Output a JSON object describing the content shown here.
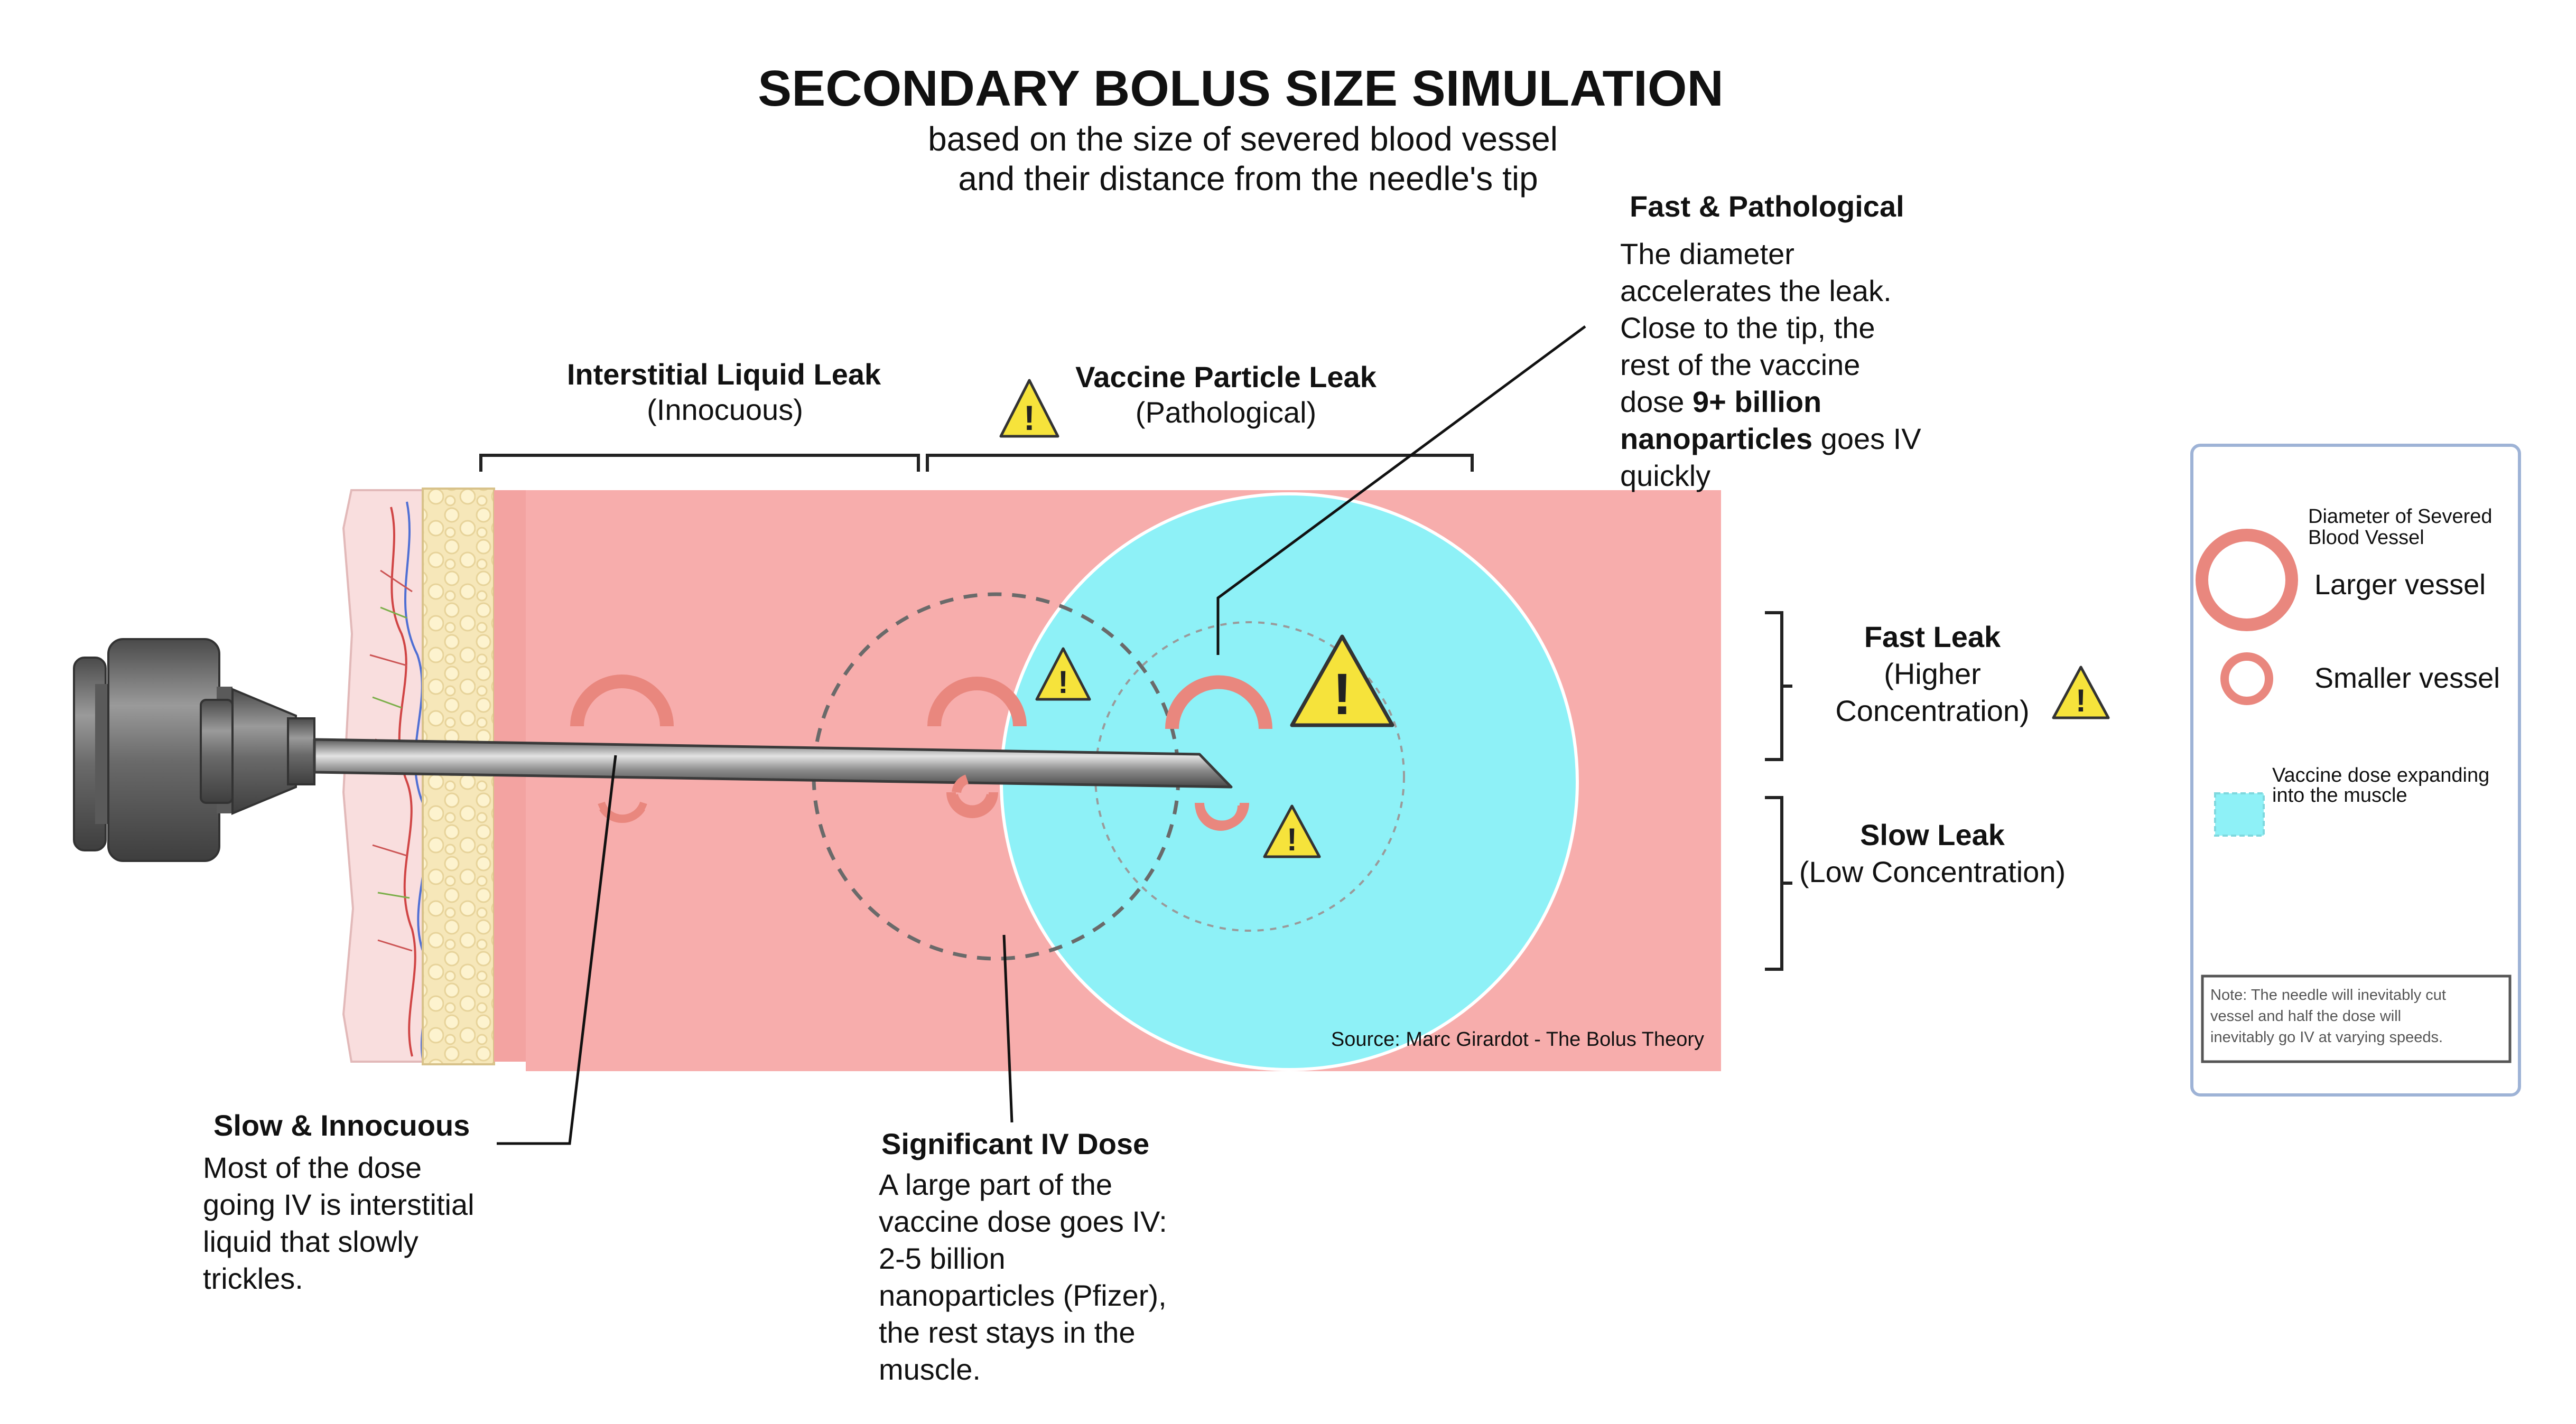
{
  "title": "SECONDARY BOLUS SIZE SIMULATION",
  "subtitle_lines": [
    "based on the size of severed blood vessel",
    "and their distance from the needle's tip"
  ],
  "brackets": {
    "interstitial": {
      "title": "Interstitial Liquid Leak",
      "subtitle": "(Innocuous)"
    },
    "vaccine": {
      "title": "Vaccine Particle Leak",
      "subtitle": "(Pathological)"
    }
  },
  "fast_pathological": {
    "title": "Fast & Pathological",
    "lines": [
      "The diameter",
      "accelerates the leak.",
      "Close to the tip, the",
      "rest of the vaccine"
    ],
    "line5_prefix": "dose ",
    "line5_bold": "9+ billion",
    "line6_bold": "nanoparticles",
    "line6_suffix": " goes IV",
    "line7": "quickly"
  },
  "side_labels": {
    "fast": {
      "title": "Fast Leak",
      "lines": [
        "(Higher",
        "Concentration)"
      ]
    },
    "slow": {
      "title": "Slow Leak",
      "lines": [
        "(Low Concentration)"
      ]
    }
  },
  "slow_innocuous": {
    "title": "Slow & Innocuous",
    "lines": [
      "Most of the dose",
      "going IV is interstitial",
      "liquid that slowly",
      "trickles."
    ]
  },
  "significant": {
    "title": "Significant IV Dose",
    "lines": [
      "A large part of the",
      "vaccine dose goes IV:",
      "2-5 billion",
      "nanoparticles (Pfizer),",
      "the rest stays in the",
      "muscle."
    ]
  },
  "source": "Source: Marc Girardot - The Bolus Theory",
  "legend": {
    "vessel_header_lines": [
      "Diameter of Severed",
      "Blood Vessel"
    ],
    "larger": "Larger vessel",
    "smaller": "Smaller vessel",
    "dose_lines": [
      "Vaccine dose expanding",
      "into the muscle"
    ],
    "note_lines": [
      "Note: The needle will inevitably cut",
      "vessel and half the dose will",
      "inevitably go IV at varying speeds."
    ]
  },
  "warning_glyph": "!",
  "colors": {
    "muscle": "#f7adac",
    "dose": "#8ef1f7",
    "vessel": "#e9877e",
    "vessel_dark": "#c9645c",
    "warning": "#f6e33b",
    "needle": "#7d7d7d",
    "legend_border": "#9eb3d6",
    "text": "#111111"
  }
}
